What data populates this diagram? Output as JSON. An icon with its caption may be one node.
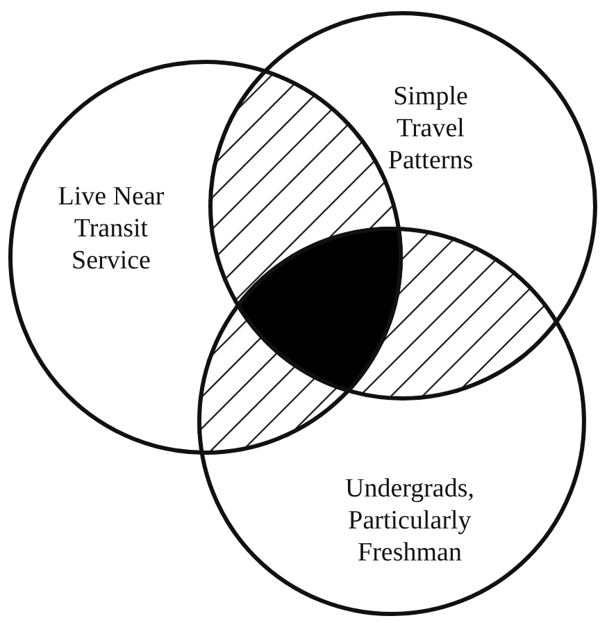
{
  "diagram": {
    "nodes": [
      {
        "text": [
          "Simple Travel Patterns"
        ]
      },
      {
        "text": [
          "Live Near Transit Service"
        ]
      },
      {
        "text": [
          "Undergrads, Particularly Freshman"
        ]
      }
    ]
  }
}
